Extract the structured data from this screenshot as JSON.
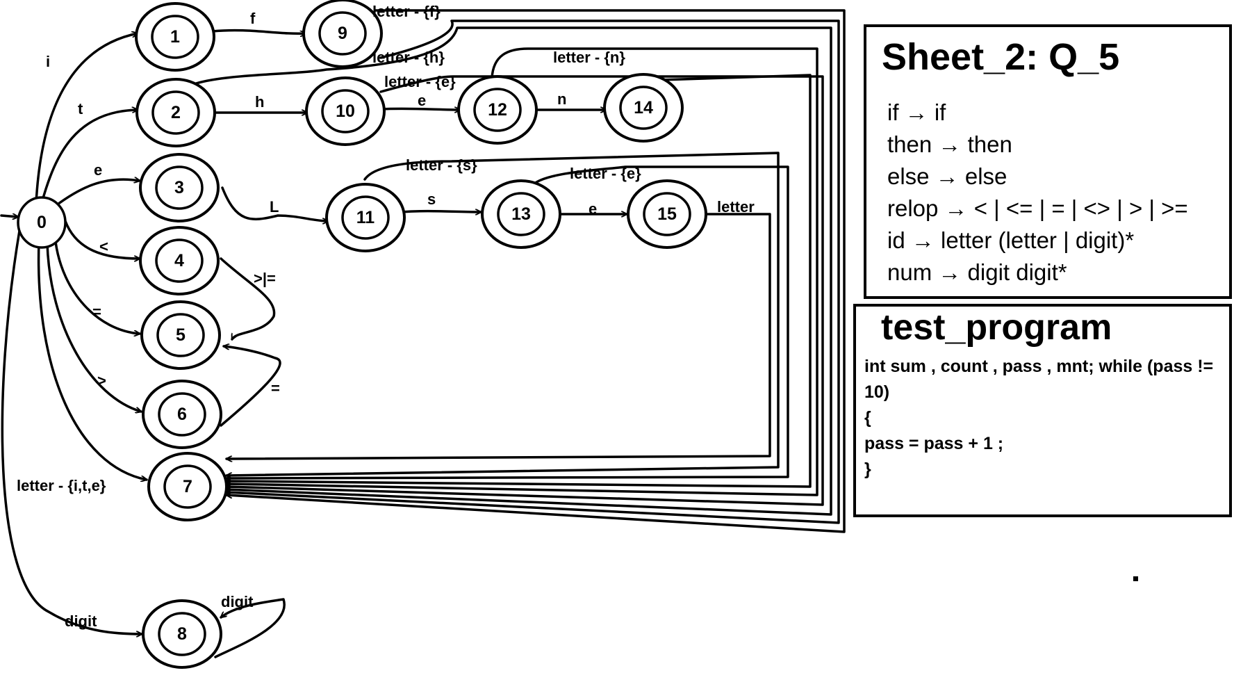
{
  "diagram": {
    "states": [
      {
        "id": "0",
        "label": "0"
      },
      {
        "id": "1",
        "label": "1"
      },
      {
        "id": "2",
        "label": "2"
      },
      {
        "id": "3",
        "label": "3"
      },
      {
        "id": "4",
        "label": "4"
      },
      {
        "id": "5",
        "label": "5"
      },
      {
        "id": "6",
        "label": "6"
      },
      {
        "id": "7",
        "label": "7"
      },
      {
        "id": "8",
        "label": "8"
      },
      {
        "id": "9",
        "label": "9"
      },
      {
        "id": "10",
        "label": "10"
      },
      {
        "id": "11",
        "label": "11"
      },
      {
        "id": "12",
        "label": "12"
      },
      {
        "id": "13",
        "label": "13"
      },
      {
        "id": "14",
        "label": "14"
      },
      {
        "id": "15",
        "label": "15"
      }
    ],
    "edge_labels": {
      "i": "i",
      "t": "t",
      "e": "e",
      "lt": "<",
      "eq": "=",
      "gt": ">",
      "letter_ite": "letter - {i,t,e}",
      "digit": "digit",
      "digit_loop": "digit",
      "f": "f",
      "h": "h",
      "e_10_12": "e",
      "n": "n",
      "L": "L",
      "s": "s",
      "e_13_15": "e",
      "letter_f": "letter - {f}",
      "letter_h": "letter - {h}",
      "letter_e_10": "letter - {e}",
      "letter_n": "letter - {n}",
      "letter_s": "letter - {s}",
      "letter_e_13": "letter - {e}",
      "letter_15": "letter",
      "gt_or_eq": ">|=",
      "eq_6": "="
    }
  },
  "grammar": {
    "title": "Sheet_2: Q_5",
    "rules": [
      "if → if",
      "then → then",
      "else → else",
      "relop → < | <= | = | <> | > | >=",
      "id → letter (letter | digit)*",
      "num → digit digit*"
    ]
  },
  "test_program": {
    "title": "test_program",
    "lines": [
      "int sum , count , pass , mnt; while (pass != 10)",
      "{",
      "pass = pass + 1 ;",
      "}"
    ]
  }
}
